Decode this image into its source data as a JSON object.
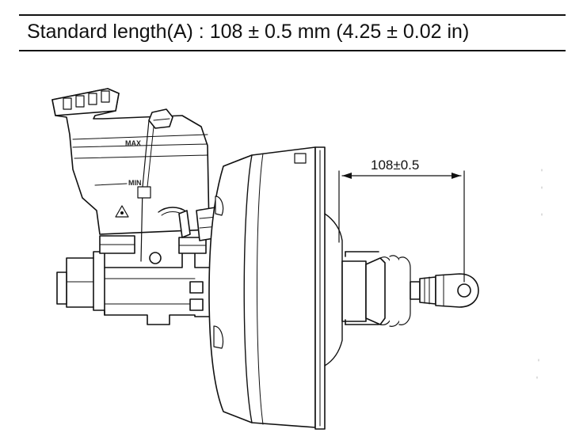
{
  "spec": {
    "title": "Standard length(A) : 108 ± 0.5 mm (4.25 ± 0.02 in)"
  },
  "diagram": {
    "dimension_label": "108±0.5",
    "reservoir_max": "MAX",
    "reservoir_min": "MIN"
  }
}
